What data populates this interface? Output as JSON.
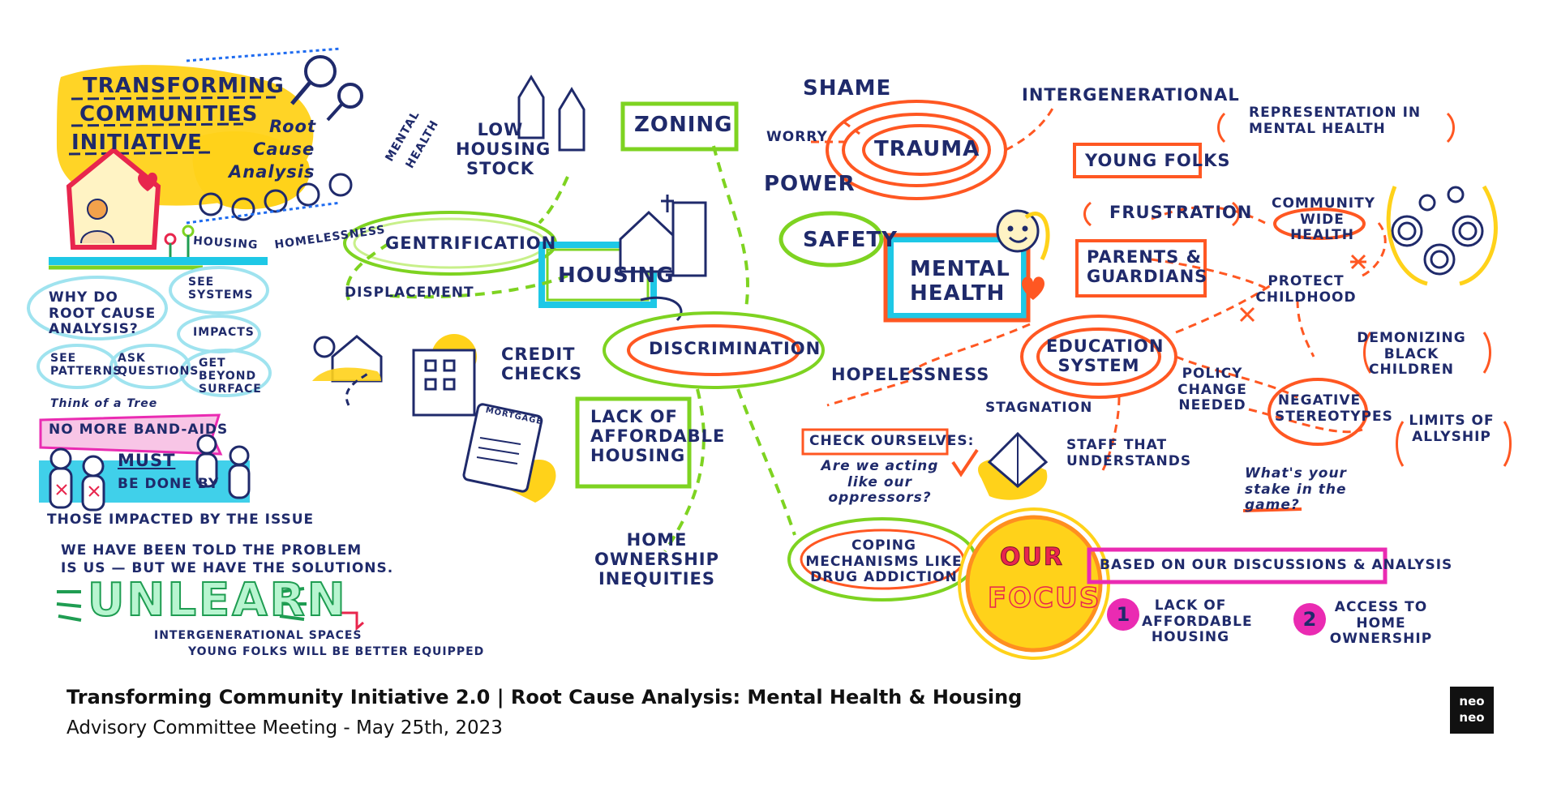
{
  "title": {
    "line1": "Transforming",
    "line2": "Communities",
    "line3": "Initiative",
    "sub1": "Root",
    "sub2": "Cause",
    "sub3": "Analysis"
  },
  "title_side": {
    "housing": "Housing",
    "homelessness": "Homelessness",
    "mental": "Mental",
    "health": "Health"
  },
  "left": {
    "why_root": "Why do Root Cause Analysis?",
    "see_systems": "See Systems",
    "impacts": "Impacts",
    "see_patterns": "See Patterns",
    "ask_questions": "Ask Questions",
    "get_beyond": "Get Beyond Surface",
    "think_tree": "Think of a Tree",
    "no_bandaids": "No More Band-Aids",
    "must": "Must",
    "be_done_by": "Be done by",
    "those_impacted": "Those impacted by the issue",
    "told_problem": "We have been told the problem",
    "is_us": "is us — but we have the solutions.",
    "unlearn": "UNLEARN",
    "intergen_spaces": "Intergenerational spaces",
    "young_better": "Young folks will be better equipped"
  },
  "housing_map": {
    "low_stock": "Low Housing Stock",
    "zoning": "Zoning",
    "gentrification": "Gentrification",
    "housing": "Housing",
    "displacement": "Displacement",
    "credit_checks": "Credit Checks",
    "discrimination": "Discrimination",
    "lack_affordable": "Lack of Affordable Housing",
    "mortgage": "Mortgage",
    "home_ownership": "Home Ownership Inequities"
  },
  "mental_map": {
    "shame": "Shame",
    "worry": "Worry",
    "trauma": "Trauma",
    "power": "Power",
    "intergenerational": "Intergenerational",
    "safety": "Safety",
    "mental_health": "Mental Health",
    "young_folks": "Young Folks",
    "frustration": "Frustration",
    "parents": "Parents & Guardians",
    "representation": "Representation in Mental Health",
    "community_health": "Community Wide Health",
    "protect_childhood": "Protect Childhood",
    "demonizing": "Demonizing Black Children",
    "education": "Education System",
    "hopelessness": "Hopelessness",
    "stagnation": "Stagnation",
    "policy_change": "Policy Change Needed",
    "negative_stereotypes": "Negative Stereotypes",
    "limits_allyship": "Limits of Allyship",
    "check_ourselves": "Check Ourselves:",
    "acting_like": "Are we acting like our oppressors?",
    "staff_understands": "Staff that understands",
    "whats_stake": "What's your stake in the game?",
    "coping": "Coping Mechanisms like Drug Addiction"
  },
  "focus": {
    "our": "OUR",
    "focus": "FOCUS",
    "based_on": "Based on our discussions & analysis",
    "item1_num": "1",
    "item1_text": "Lack of Affordable Housing",
    "item2_num": "2",
    "item2_text": "Access to Home Ownership"
  },
  "footer": {
    "line1": "Transforming Community Initiative 2.0 | Root Cause Analysis: Mental Health & Housing",
    "line2": "Advisory Committee Meeting - May 25th, 2023",
    "logo_line1": "neo",
    "logo_line2": "neo"
  },
  "colors": {
    "ink": "#1f2a6b",
    "yellow": "#ffd21a",
    "green": "#7ed321",
    "orange": "#ff5722",
    "cyan": "#1ec8e6",
    "magenta": "#ea2bb2"
  }
}
